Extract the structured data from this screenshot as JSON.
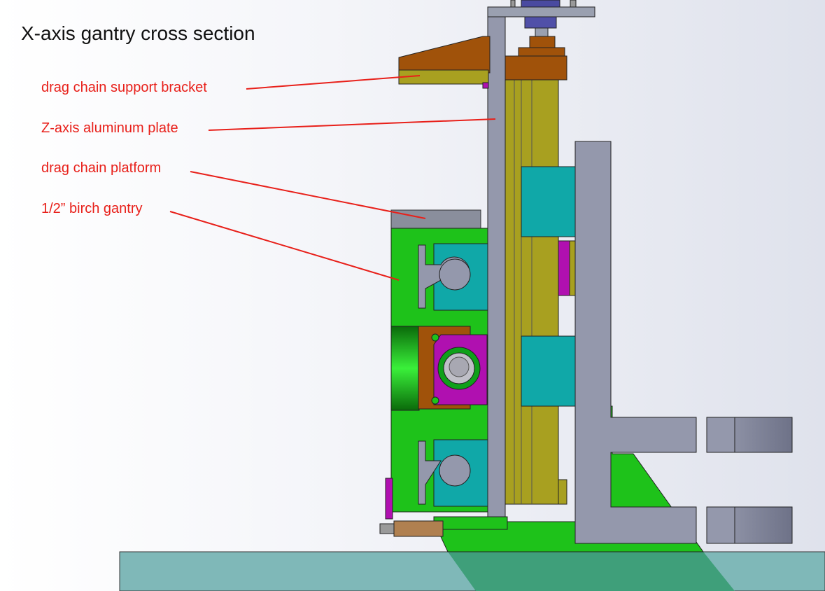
{
  "title": "X-axis gantry cross section",
  "labels": {
    "drag_chain_support_bracket": "drag chain support bracket",
    "z_axis_aluminum_plate": "Z-axis aluminum plate",
    "drag_chain_platform": "drag chain platform",
    "birch_gantry": "1/2” birch gantry"
  },
  "colors": {
    "label_red": "#e8201a",
    "birch_green": "#1ec21a",
    "aluminum_gray": "#9498ac",
    "rail_teal": "#10a8a8",
    "carriage_magenta": "#b010b0",
    "bracket_brown": "#a0520a",
    "rod_olive": "#a8a020",
    "table_teal": "#7fb8b8"
  }
}
